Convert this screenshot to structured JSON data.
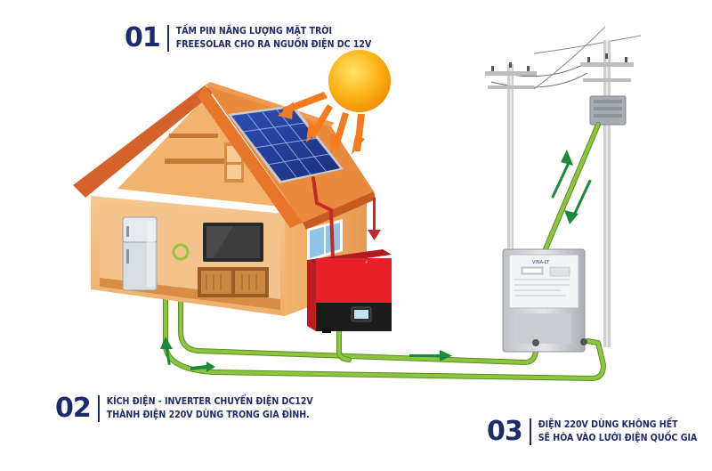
{
  "steps": [
    {
      "number": "01",
      "line1": "Tấm pin năng lượng mặt trời",
      "line2": "FreeSolar cho ra nguồn điện DC 12V"
    },
    {
      "number": "02",
      "line1": "Kích điện  -  Inverter chuyển điện DC12V",
      "line2": "thành điện 220V dùng trong gia đình."
    },
    {
      "number": "03",
      "line1": "Điện 220V dùng không hết",
      "line2": "sẽ hòa vào lưới điện quốc gia"
    }
  ],
  "meter": {
    "brand": "VINA-LT"
  },
  "colors": {
    "text": "#1d2a6b",
    "wire": "#8cc63f",
    "arrow_green": "#1b8a3a",
    "sun": "#f7a400",
    "roof": "#e8762a",
    "inverter": "#e8202a"
  }
}
